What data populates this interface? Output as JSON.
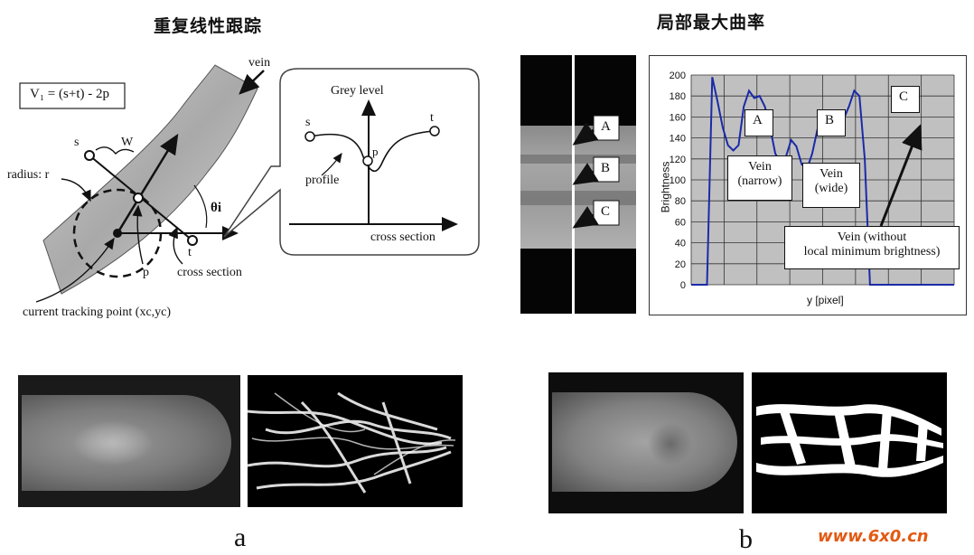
{
  "left": {
    "title": "重复线性跟踪",
    "formula": "V₁ = (s+t) - 2p",
    "labels": {
      "vein": "vein",
      "s": "s",
      "w": "W",
      "radius": "radius: r",
      "theta": "θi",
      "p": "p",
      "t": "t",
      "cross_section": "cross section",
      "current_point": "current tracking point (xc,yc)"
    },
    "inset": {
      "grey_level": "Grey level",
      "s": "s",
      "t": "t",
      "p": "p",
      "profile": "profile",
      "cross_section": "cross section"
    },
    "sublabel": "a"
  },
  "right": {
    "title": "局部最大曲率",
    "markers": [
      "A",
      "B",
      "C"
    ],
    "chart_data": {
      "type": "line",
      "xlabel": "y [pixel]",
      "ylabel": "Brightness",
      "ylim": [
        0,
        200
      ],
      "yticks": [
        0,
        20,
        40,
        60,
        80,
        100,
        120,
        140,
        160,
        180,
        200
      ],
      "grid": true,
      "series": [
        {
          "x": [
            0,
            3,
            6,
            8,
            10,
            12,
            14,
            16,
            18,
            20,
            22,
            24,
            26,
            28,
            30,
            32,
            34,
            36,
            38,
            40,
            42,
            44,
            46,
            48,
            50,
            52,
            54,
            56,
            58,
            60,
            62,
            64,
            66,
            68,
            70,
            72,
            74,
            76,
            78,
            80,
            82,
            84,
            86,
            88,
            90,
            92,
            94,
            96,
            98,
            100
          ],
          "y": [
            0,
            0,
            0,
            198,
            175,
            150,
            133,
            128,
            133,
            170,
            185,
            178,
            180,
            170,
            150,
            125,
            117,
            122,
            138,
            132,
            115,
            110,
            125,
            148,
            152,
            154,
            155,
            153,
            158,
            170,
            185,
            180,
            120,
            0,
            0,
            0,
            0,
            0,
            0,
            0,
            0,
            0,
            0,
            0,
            0,
            0,
            0,
            0,
            0,
            0
          ]
        }
      ],
      "annotations": [
        {
          "label": "A"
        },
        {
          "label": "B"
        },
        {
          "label": "C"
        },
        {
          "label": "Vein\n(narrow)"
        },
        {
          "label": "Vein\n(wide)"
        },
        {
          "label": "Vein (without\nlocal minimum brightness)"
        }
      ]
    },
    "vein_narrow": [
      "Vein",
      "(narrow)"
    ],
    "vein_wide": [
      "Vein",
      "(wide)"
    ],
    "vein_none": [
      "Vein (without",
      "local minimum brightness)"
    ],
    "sublabel": "b"
  },
  "watermark": "www.6x0.cn"
}
